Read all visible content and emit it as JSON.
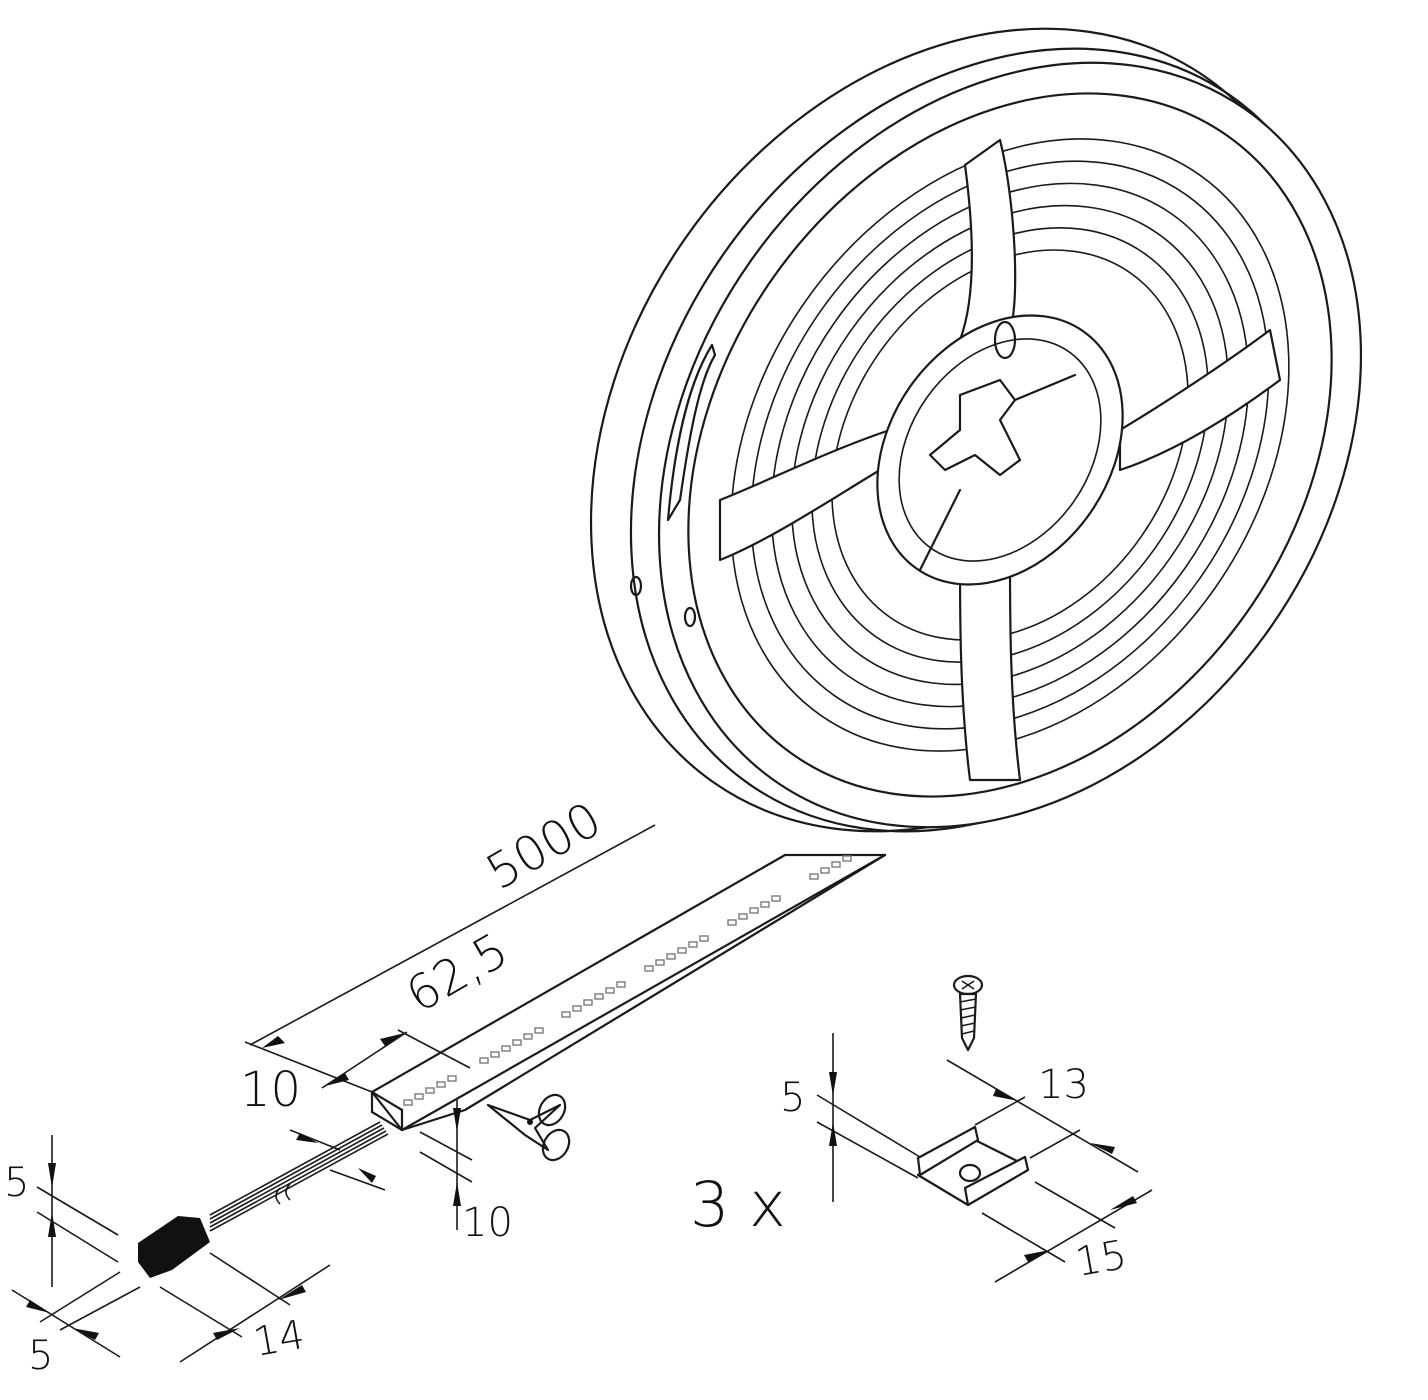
{
  "drawing": {
    "title": "LED strip reel technical drawing",
    "stroke_color": "#1a1a1a",
    "background": "#ffffff"
  },
  "dimensions": {
    "strip_length": "5000",
    "segment_length": "62,5",
    "strip_width": "10",
    "strip_height": "10",
    "connector_height": "5",
    "connector_width": "5",
    "connector_length": "14",
    "clip_height": "5",
    "clip_width": "13",
    "clip_length": "15"
  },
  "parts": {
    "clip_quantity": "3 x",
    "icons": [
      "reel",
      "led-strip",
      "scissors-icon",
      "connector",
      "mounting-clip",
      "screw-icon"
    ]
  }
}
